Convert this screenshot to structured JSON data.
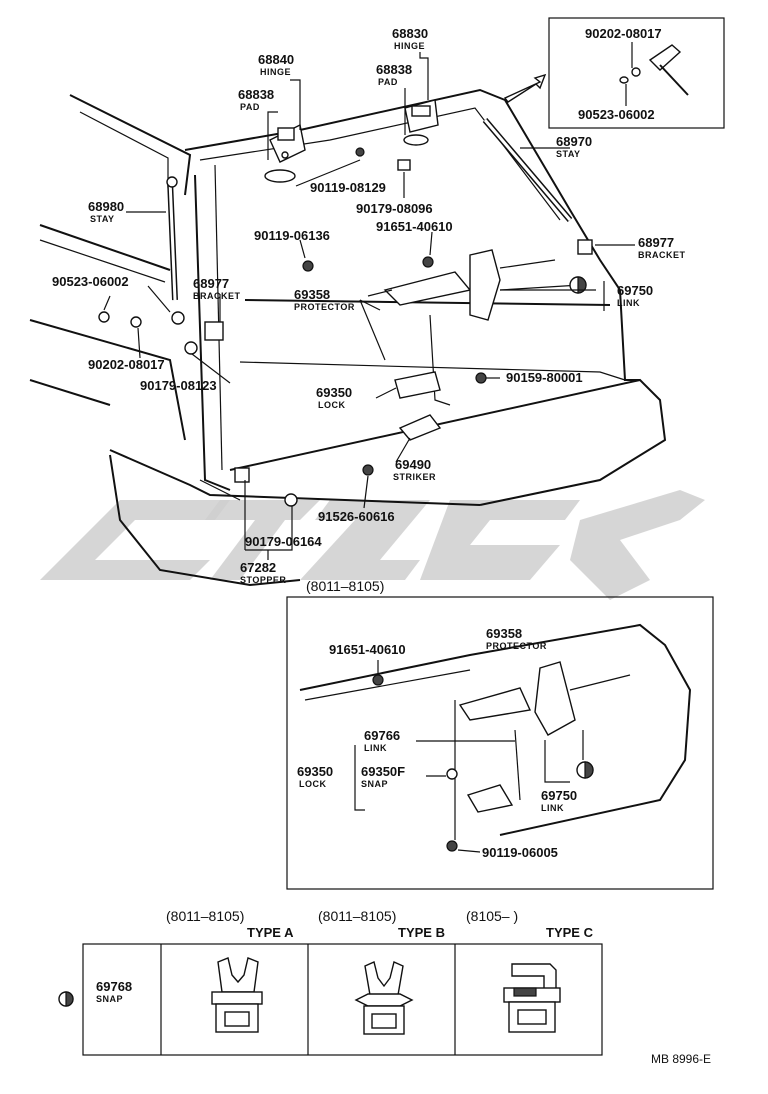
{
  "main_labels": [
    {
      "id": "l1",
      "num": "68830",
      "name": "HINGE"
    },
    {
      "id": "l2",
      "num": "68840",
      "name": "HINGE"
    },
    {
      "id": "l3",
      "num": "68838",
      "name": "PAD"
    },
    {
      "id": "l4",
      "num": "68838",
      "name": "PAD"
    },
    {
      "id": "l5",
      "num": "68970",
      "name": "STAY"
    },
    {
      "id": "l6",
      "num": "90119-08129",
      "name": ""
    },
    {
      "id": "l7",
      "num": "90179-08096",
      "name": ""
    },
    {
      "id": "l8",
      "num": "68980",
      "name": "STAY"
    },
    {
      "id": "l9",
      "num": "90119-06136",
      "name": ""
    },
    {
      "id": "l10",
      "num": "91651-40610",
      "name": ""
    },
    {
      "id": "l11",
      "num": "68977",
      "name": "BRACKET"
    },
    {
      "id": "l12",
      "num": "90523-06002",
      "name": ""
    },
    {
      "id": "l13",
      "num": "68977",
      "name": "BRACKET"
    },
    {
      "id": "l14",
      "num": "69358",
      "name": "PROTECTOR"
    },
    {
      "id": "l15",
      "num": "69750",
      "name": "LINK"
    },
    {
      "id": "l16",
      "num": "90202-08017",
      "name": ""
    },
    {
      "id": "l17",
      "num": "90179-08123",
      "name": ""
    },
    {
      "id": "l18",
      "num": "90159-80001",
      "name": ""
    },
    {
      "id": "l19",
      "num": "69350",
      "name": "LOCK"
    },
    {
      "id": "l20",
      "num": "69490",
      "name": "STRIKER"
    },
    {
      "id": "l21",
      "num": "91526-60616",
      "name": ""
    },
    {
      "id": "l22",
      "num": "90179-06164",
      "name": ""
    },
    {
      "id": "l23",
      "num": "67282",
      "name": "STOPPER"
    }
  ],
  "inset_top": {
    "num1": "90202-08017",
    "num2": "90523-06002"
  },
  "sub_box": {
    "heading": "(8011–8105)",
    "labels": [
      {
        "id": "s1",
        "num": "69358",
        "name": "PROTECTOR"
      },
      {
        "id": "s2",
        "num": "91651-40610",
        "name": ""
      },
      {
        "id": "s3",
        "num": "69766",
        "name": "LINK"
      },
      {
        "id": "s4",
        "num": "69350",
        "name": "LOCK"
      },
      {
        "id": "s5",
        "num": "69350F",
        "name": "SNAP"
      },
      {
        "id": "s6",
        "num": "69750",
        "name": "LINK"
      },
      {
        "id": "s7",
        "num": "90119-06005",
        "name": ""
      }
    ]
  },
  "type_table": {
    "part_num": "69768",
    "part_name": "SNAP",
    "columns": [
      {
        "range": "(8011–8105)",
        "type": "TYPE A"
      },
      {
        "range": "(8011–8105)",
        "type": "TYPE B"
      },
      {
        "range": "(8105–         )",
        "type": "TYPE C"
      }
    ]
  },
  "footer_code": "MB  8996-E"
}
